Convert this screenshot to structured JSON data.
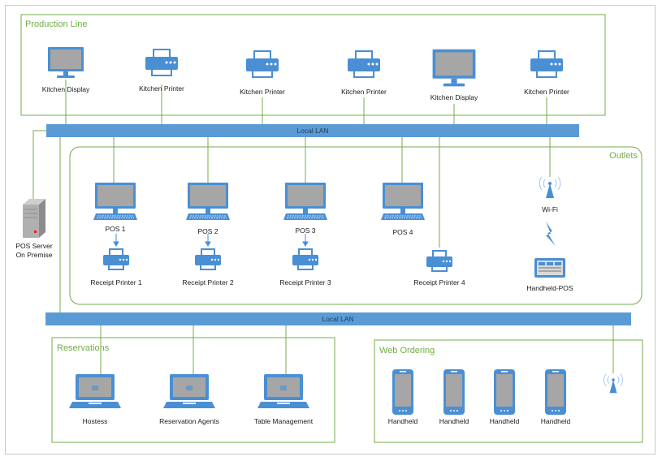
{
  "groups": {
    "production_line": "Production Line",
    "outlets": "Outlets",
    "reservations": "Reservations",
    "web_ordering": "Web Ordering"
  },
  "lan": {
    "top": "Local LAN",
    "bottom": "Local LAN"
  },
  "production": [
    {
      "label": "Kitchen Display",
      "icon": "monitor-icon"
    },
    {
      "label": "Kitchen Printer",
      "icon": "printer-icon"
    },
    {
      "label": "Kitchen Printer",
      "icon": "printer-icon"
    },
    {
      "label": "Kitchen Printer",
      "icon": "printer-icon"
    },
    {
      "label": "Kitchen Display",
      "icon": "monitor-icon"
    },
    {
      "label": "Kitchen Printer",
      "icon": "printer-icon"
    }
  ],
  "outlets": {
    "pos": [
      "POS 1",
      "POS 2",
      "POS 3",
      "POS 4"
    ],
    "receipt_printers": [
      "Receipt Printer 1",
      "Receipt Printer 2",
      "Receipt Printer 3",
      "Receipt Printer 4"
    ],
    "wifi": "Wi-Fi",
    "handheld_pos": "Handheld-POS"
  },
  "server": {
    "label_line1": "POS Server",
    "label_line2": "On Premise"
  },
  "reservations": [
    "Hostess",
    "Reservation Agents",
    "Table Management"
  ],
  "web_ordering": [
    "Handheld",
    "Handheld",
    "Handheld",
    "Handheld"
  ],
  "colors": {
    "group_border": "#70ad47",
    "device_blue": "#4a8fd4",
    "screen_gray": "#9e9e9e",
    "lan_bar": "#5b9bd5"
  }
}
